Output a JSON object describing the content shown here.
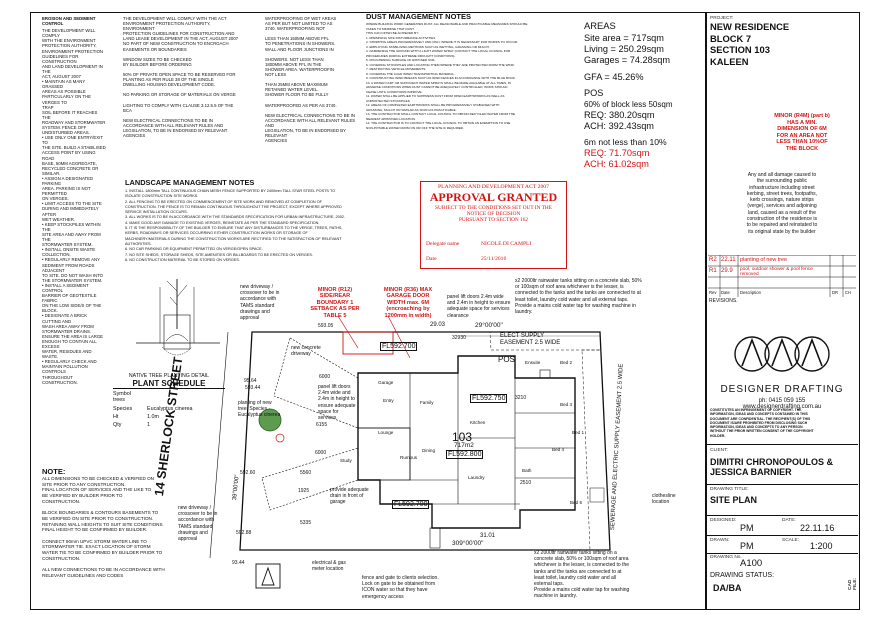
{
  "erosion": {
    "title": "EROSION AND SEDIMENT CONTROL",
    "lines": [
      "THE DEVELOPMENT WILL COMPLY",
      "WITH THE ENVIRONMENT",
      "PROTECTION AUTHORITY,",
      "ENVIRONMENT PROTECTION",
      "GUIDELINES FOR CONSTRUCTION",
      "AND LAND DEVELOPMENT IN THE",
      "ACT, AUGUST 2007",
      "• MAINTAIN AS MANY GRASSED",
      "AREAS AS POSSIBLE",
      "PARTICULARLY ON THE VERGES TO",
      "TRAP",
      "SOIL BEFORE IT REACHES THE",
      "ROADWAY AND STORMWATER",
      "SYSTEM. FENCE OFF",
      "UNDISTURBED AREAS.",
      "• USE ONLY ONE ENTRY/EXIT TO",
      "THE SITE. BUILD A STABILISED",
      "ACCESS POINT BY USING ROAD",
      "BASE, 50MM AGGREGATE,",
      "RECYCLED CONCRETE OR SIMILAR.",
      "• ASSIGN A DESIGNATED PARKING",
      "AREA. PARKING IS NOT PERMITTED",
      "ON VERGES.",
      "• LIMIT ACCESS TO THE SITE",
      "DURING AND IMMEDIATELY AFTER",
      "WET WEATHER.",
      "• KEEP STOCKPILES WITHIN THE",
      "SITE AREA AND AWAY FROM THE",
      "STORMWATER SYSTEM.",
      "• INSTALL ONSITE WASTE",
      "COLLECTION.",
      "• REGULARLY REMOVE ANY",
      "SEDIMENT FROM ROADS ADJACENT",
      "TO SITE. DO NOT WASH INTO",
      "THE STORMWATER SYSTEM.",
      "• INSTALL A SEDIMENT CONTROL",
      "BARRIER OF GEOTEXTILE FABRIC",
      "ON THE LOW SIDE/S OF THE",
      "BLOCK.",
      "• DESIGNATE A BRICK CUTTING AND",
      "WASH AREA AWAY FROM",
      "STORMWATER DRAINS.",
      "ENSURE THE AREA IS LARGE",
      "ENOUGH TO CONTAIN ALL EXCESS",
      "WATER, RESIDUES AND",
      "WASTE.",
      "• REGULARLY CHECK AND",
      "MAINTAIN POLLUTION CONTROLS",
      "THROUGHOUT CONSTRUCTION."
    ]
  },
  "general": {
    "lines": [
      "THE DEVELOPMENT WILL COMPLY WITH THE ACT",
      "ENVIRONMENT PROTECTION AUTHORITY, ENVIRONMENT",
      "PROTECTION GUIDELINES FOR CONSTRUCTION AND",
      "LAND LEASE DEVELOPMENT IN THE ACT, AUGUST 2007",
      "NO PART OF NEW CONSTRUCTION TO ENCROACH",
      "EASEMENTS OR BOUNDARIES",
      "",
      "WINDOW SIZES TO BE CHECKED",
      "BY BUILDER BEFORE ORDERING",
      "",
      "50% OF PRIVATE OPEN SPACE TO BE RESERVED FOR",
      "PLANTING AS PER RULE 38 OF THE SINGLE",
      "DWELLING HOUSING DEVELOPMENT CODE.",
      "",
      "NO PARKING OR STORAGE OF MATERIALS ON VERGE",
      "",
      "LIGHTING TO COMPLY WITH CLAUSE 3.12.5.5 OF THE",
      "BCA",
      "",
      "NEW ELECTRICAL CONNECTIONS TO BE IN",
      "ACCORDANCE WITH ALL RELEVANT RULES AND",
      "LEGISLATION, TO BE IN ENDORSED BY RELEVANT",
      "AGENCIES"
    ]
  },
  "wetareas": {
    "lines": [
      "WATERPROOFING OF WET AREAS",
      "AS PER BUT NOT LIMITED TO AS",
      "3740. WATERPROOFING NOT",
      "",
      "LESS THAN 150MM ABOVE FFL",
      "TO PENETRATIONS IN SHOWERS.",
      "WALL AND FLOOR JUNCTIONS IN",
      "",
      "SHOWERS. NOT LESS THAN",
      "1800MM ABOVE FFL IN THE",
      "SHOWER AREA. WATERPROOFIN",
      "NOT LESS",
      "",
      "THAN 25MM ABOVE MAXIMUM",
      "RETAINED WATER LEVEL.",
      "SHOWER FLOOR TO BE FULLY",
      "",
      "WATERPROOFED AS PER AS 3740.",
      "",
      "NEW ELECTRICAL CONNECTIONS TO BE IN",
      "ACCORDANCE WITH ALL RELEVANT RULES AND",
      "LEGISLATION, TO BE IN ENDORSED BY RELEVANT",
      "AGENCIES"
    ]
  },
  "dust": {
    "title": "DUST MANAGEMENT NOTES",
    "lines": [
      "WHERE BUILDING WORK GENERATES DUST, ALL REASONABLE AND PRACTICABLE MEASURES SHOULD BE",
      "TAKEN TO MINIMISE THAT DUST.",
      "THIS CAN OFTEN BE ACHIEVED BY:",
      "1. MINIMISING SITE DISTURBANCE ACTIVITIES",
      "2. STRIPPING AREAS PROGRESSIVELY AND ONLY WHERE IT IS NECESSARY FOR WORKS TO OCCUR.",
      "3. EMPLOYING STABILISING METHODS SUCH AS WETTING, GRASSING OR MULCH.",
      "4. DAMPENING THE GROUND WITH A LIGHT WATER SPRAY (CONTACT THE LOCAL COUNCIL FOR",
      "   PROCEDURES DURING EXTREME DROUGHT CONDITIONS).",
      "5. ROUGHENING SURFACE OF EXPOSED SOIL.",
      "6. COVERING STOCKPILES AND LOCATING THEM WHERE THEY ARE PROTECTED FROM THE WIND.",
      "7. RESTRICTING VEHICLE MOVEMENTS.",
      "8. COVERING THE LOAD WHEN TRANSPORTING MATERIAL.",
      "9. CONSTRUCTING WIND BREAKS SUCH AS WIND FENCES IN ACCORDANCE WITH THE BLUE BOOK.",
      "10. A WATER CART OR SUFFICIENT WATER SPRAYS SHALL BE MADE AVAILABLE AT ALL TIMES, IN",
      "    ADVERSE CONDITIONS WHEN DUST CANNOT BE ADEQUATELY CONTROLLED, WORK SHOULD",
      "    CEASE UNTIL CONDITIONS IMPROVE.",
      "11. WATER SHALL BE APPLIED TO SUPPRESS DUST FROM OPEN EARTHWORKS AS WELL AS",
      "    UNPROTECTED STOCKPILES.",
      "12. AREAS OF COMPLETED EARTHWORKS SHALL BE PROGRESSIVELY STABILISED WITH",
      "    GRASSING, MULCH OR SIMILAR AS SOON AS PRACTICABLE.",
      "13. THE CONTRACTOR SHALL CONTACT LOCAL COUNCIL TO OBTAIN RECYCLED WATER FROM THE",
      "    NEAREST APPROVED LOCATION.",
      "14. THE CONTRACTOR IS TO CONTACT THE LOCAL COUNCIL TO OBTAIN AN EXEMPTION TO USE",
      "    NON-POTABLE WATER FROM ON OR OFF THE SITE IF REQUIRED."
    ]
  },
  "areas": {
    "title": "AREAS",
    "site": "Site area = 717sqm",
    "living": "Living = 250.29sqm",
    "garages": "Garages = 74.28sqm",
    "gfa": "GFA = 45.26%",
    "pos_title": "POS",
    "pos_line": "60% of block less 50sqm",
    "req": "REQ:   380.20sqm",
    "ach": "ACH:   392.43sqm",
    "min_line": "6m not less than 10%",
    "req2": "REQ:  71.70sqm",
    "ach2": "ACH:  61.02sqm"
  },
  "project": {
    "label": "PROJECT:",
    "lines": [
      "NEW RESIDENCE",
      "BLOCK 7",
      "SECTION 103",
      "KALEEN"
    ]
  },
  "minor_note": {
    "lines": [
      "MINOR (R4M) (part b)",
      "HAS A MIN.",
      "DIMENSION OF 6M",
      "FOR AN AREA NOT",
      "LESS THAN 10%OF",
      "THE BLOCK"
    ]
  },
  "damage_note": {
    "lines": [
      "Any and all damage caused to",
      "the surrounding public",
      "infrastructure including street",
      "kerbing, street trees, footpaths,",
      "kerb crossings, nature strips",
      "(verge), services and adjoining",
      "land, caused as a result of the",
      "construction of the residence is",
      "to be repaired and reinstated to",
      "its original state by the builder"
    ]
  },
  "revisions": {
    "label": "REVISIONS.",
    "rows": [
      {
        "rev": "R2",
        "date": "22.11",
        "desc": "planting of new tree"
      },
      {
        "rev": "R1",
        "date": "29.9",
        "desc": "pool, outdoor shower & pool fence removed"
      }
    ],
    "headers": [
      "Rev",
      "Date",
      "Description",
      "DR",
      "CH"
    ]
  },
  "logo": {
    "name": "DESIGNER DRAFTING",
    "phone": "ph: 0415 059 155",
    "web": "www.designerdrafting.com.au"
  },
  "copyright": {
    "lines": [
      "CONSTITUTES AN INFRINGEMENT OF COPYRIGHT. THE",
      "INFORMATION, IDEAS AND CONCEPTS CONTAINED IN THIS",
      "DOCUMENT ARE CONFIDENTIAL. THE RECIPIENT(S) OF THIS",
      "DOCUMENT IS/ARE PROHIBITED FROM DISCLOSING SUCH",
      "INFORMATION, IDEAS AND CONCEPTS TO ANY PERSON",
      "WITHOUT THE PRIOR WRITTEN CONSENT OF THE COPYRIGHT",
      "HOLDER."
    ]
  },
  "client": {
    "label": "CLIENT:",
    "line1": "DIMITRI CHRONOPOULOS &",
    "line2": "JESSICA BARNIER"
  },
  "drawing": {
    "title_label": "DRAWING TITLE:",
    "title": "SITE PLAN",
    "designed_label": "DESIGNED:",
    "designed": "PM",
    "date_label": "DATE:",
    "date": "22.11.16",
    "drawn_label": "DRAWN:",
    "drawn": "PM",
    "scale_label": "SCALE:",
    "scale": "1:200",
    "number_label": "DRAWING No.",
    "number": "A100",
    "status_label": "DRAWING STATUS:",
    "status": "DA/BA",
    "cad_file": "CAD FILE:"
  },
  "landscape": {
    "title": "LANDSCAPE MANAGEMENT NOTES",
    "lines": [
      "1. INSTALL 1800mm TALL CONTINUOUS CHAIN MESH FENCE SUPPORTED BY 2400mm TALL STAR STEEL POSTS TO",
      "   ISOLATE CONSTRUCTION SITE WORKS.",
      "2. ALL FENCING TO BE ERECTED ON COMMENCEMENT OF SITE WORK AND REMOVED AT COMPLETION OF",
      "   CONSTRUCTION. THE FENCE IS TO REMAIN CONTINUOUS THROUGHOUT THE PROJECT, EXCEPT WHERE APPROVED",
      "   SERVICE INSTALLATION OCCURS.",
      "3. ALL WORKS IS TO BE IN ACCORDANCE WITH THE STANDARDS SPECIFICATION FOR URBAN INFRASTRUCTURE, 2002.",
      "4. MAKE GOOD ANY DAMAGE TO EXISTING VERGES, REINSTATE AS PER THE STANDARD SPECIFICATION.",
      "5. IT IS THE RESPONSIBILITY OF THE BUILDER TO ENSURE THAT ANY DISTURBANCES TO THE VERGE, TREES, PATHS,",
      "   KERBS, ROADWAYS OR SERVICES OCCURRING EITHER CONSTRUCTION WORKS OR STORAGE OF",
      "   MACHINERY/MATERIALS DURING THE CONSTRUCTION WORKS ARE RECTIFIED TO THE SATISFACTION OF RELEVANT",
      "   AUTHORITIES.",
      "6. NO CAR PARKING OR EQUIPMENT PERMITTED ON VERGE/OPEN SPACE.",
      "7. NO SITE SHEDS, STORAGE SHEDS, SITE AMENITIES OR BILLBOARDS TO BE ERECTED ON VERGES.",
      "8. NO CONSTRUCTION MATERIAL TO BE STORED ON VERGES."
    ]
  },
  "approval": {
    "act": "PLANNING AND DEVELOPMENT ACT 2007",
    "title": "APPROVAL GRANTED",
    "sub1": "SUBJECT TO THE CONDITIONS SET OUT IN THE",
    "sub2": "NOTICE OF DECISION",
    "sub3": "PURSUANT TO SECTION 162",
    "delegate_label": "Delegate name",
    "delegate": "NICOLE DI CAMPLI",
    "date_label": "Date",
    "date": "25/11/2016"
  },
  "plant_schedule": {
    "heading": "NATIVE TREE PLANTING DETAIL",
    "title": "PLANT SCHEDULE",
    "symbol_label": "Symbol",
    "tree_label": "trees",
    "rows": [
      {
        "k": "Species",
        "v": "Eucalyptus cinerea"
      },
      {
        "k": "Ht",
        "v": "1.0m"
      },
      {
        "k": "Qty",
        "v": "1"
      }
    ]
  },
  "notes": {
    "title": "NOTE:",
    "lines": [
      "ALL DIMENSIONS TO BE CHECKED & VERIFIED ON",
      "SITE PRIOR TO ANY CONSTRUCTION.",
      "FINAL LOCATION OF SERVICES AND THE LIKE TO",
      "BE VERIFIED BY BUILDER PRIOR TO",
      "CONSTRUCTION.",
      "",
      "BLOCK BOUNDARIES & CONTOURS BASEMENTS TO",
      "BE VERIFIED ON SITE PRIOR TO CONSTRUCTION.",
      "RETAINING WALL HEIGHTS TO SUIT SITE CONDITIONS",
      "FINAL HEIGHT TO BE CONFIRMED BY BUILDER.",
      "",
      "CONNECT 90mm UPVC STORM WATER LINE TO",
      "STORMWATER TIE. EXACT LOCATION OF STORM",
      "WATER TIE TO BE CONFIRMED BY BUILDER PRIOR TO",
      "CONSTRUCTION.",
      "",
      "ALL NEW CONNECTIONS TO BE IN ACCORDANCE WITH",
      "RELEVANT GUIDELINES AND CODES"
    ]
  },
  "plan": {
    "street": "14 SHERLOCK STREET",
    "block_number": "103",
    "block_area": "717m2",
    "pos_label": "POS",
    "easement": "ELECT SUPPLY EASEMENT 2.5 WIDE",
    "sewer_easement": "SEWERAGE AND ELECTRIC SUPPLY EASEMENT 2.5 WIDE",
    "top_dim": "29°00'00\"",
    "bottom_dim": "309°00'00\"",
    "left_dim": "39°00'00\"",
    "dim_top_len": "29.03",
    "dim_bottom_len": "31.01",
    "ffl_main": "FL592.700",
    "ffl_2": "FL592.750",
    "ffl_3": "FL592.800",
    "ffl_4": "FL592.700",
    "label_r12_lines": [
      "MINOR (R12)",
      "SIDE/REAR",
      "BOUNDARY 1",
      "SETBACK AS PER",
      "TABLE 5"
    ],
    "label_r36_lines": [
      "MINOR (R36) MAX",
      "GARAGE DOOR",
      "WIDTH max. 6M",
      "(encroaching by",
      "1200mm in width)"
    ],
    "new_driveway_lines": [
      "new driveway /",
      "crossover to be in",
      "accordance with",
      "TAMS standard",
      "drawings and",
      "approval"
    ],
    "new_driveway2_lines": [
      "new driveway /",
      "crossover to be in",
      "accordance with",
      "TAMS standard",
      "drawings and",
      "approval"
    ],
    "concrete_driveway": "new concrete driveway",
    "panel_lift_lines": [
      "panel lift doors",
      "2.4m wide and",
      "2.4m in height to",
      "ensure adequate",
      "space for",
      "services"
    ],
    "panel_lift2_lines": [
      "panel lift doors 2.4m wide",
      "and 2.4m in height to ensure",
      "adequate space for services",
      "clearance"
    ],
    "tank_note_lines": [
      "x2 2000ltr rainwater tanks sitting on a concrete slab, 50%",
      "or 100sqm of roof area whichever is the lesser, is",
      "connected to the tanks and the tanks are connected to at",
      "least toilet, laundry cold water and all external taps.",
      "Provide a mains cold water tap for washing machine in",
      "laundry."
    ],
    "tank_note2_lines": [
      "x2 2000ltr rainwater tanks sitting on a",
      "concrete slab, 50% or 100sqm of roof area",
      "whichever is the lesser, is connected to the",
      "tanks and the tanks are connected to at",
      "least toilet, laundry cold water and all",
      "external taps.",
      "Provide a mains cold water tap for washing",
      "machine in laundry."
    ],
    "planting_lines": [
      "planting of new",
      "tree. Species -",
      "Eucalyptus cinerea"
    ],
    "fence_gate_lines": [
      "fence and gate to clients selection.",
      "Lock on gate to be obtained from",
      "ICON water so that they have",
      "emergency access"
    ],
    "electrical_lines": [
      "electrical & gas",
      "meter location"
    ],
    "drain_lines": [
      "provide adequate",
      "drain in front of",
      "garage"
    ],
    "clothesline": "clothesline location",
    "rooms": [
      "Entry",
      "Lounge",
      "Family",
      "Kitchen",
      "Dining",
      "Garage",
      "Bed 2",
      "Bed 3",
      "Bed 4",
      "Bed 5",
      "Ensuite",
      "Bath",
      "Study",
      "Rumpus",
      "Bed 1",
      "Laundry"
    ],
    "dims_left": [
      "6000",
      "6155",
      "6000",
      "5560",
      "1925",
      "5335"
    ],
    "dims_misc": [
      "32930",
      "3210",
      "2510",
      "95.64",
      "93.44",
      "593.44",
      "592.88",
      "592.60",
      "593.05"
    ]
  },
  "north_symbol": "N",
  "colors": {
    "red": "#d31313",
    "ink": "#111111",
    "tree": "#5d9b4f"
  }
}
